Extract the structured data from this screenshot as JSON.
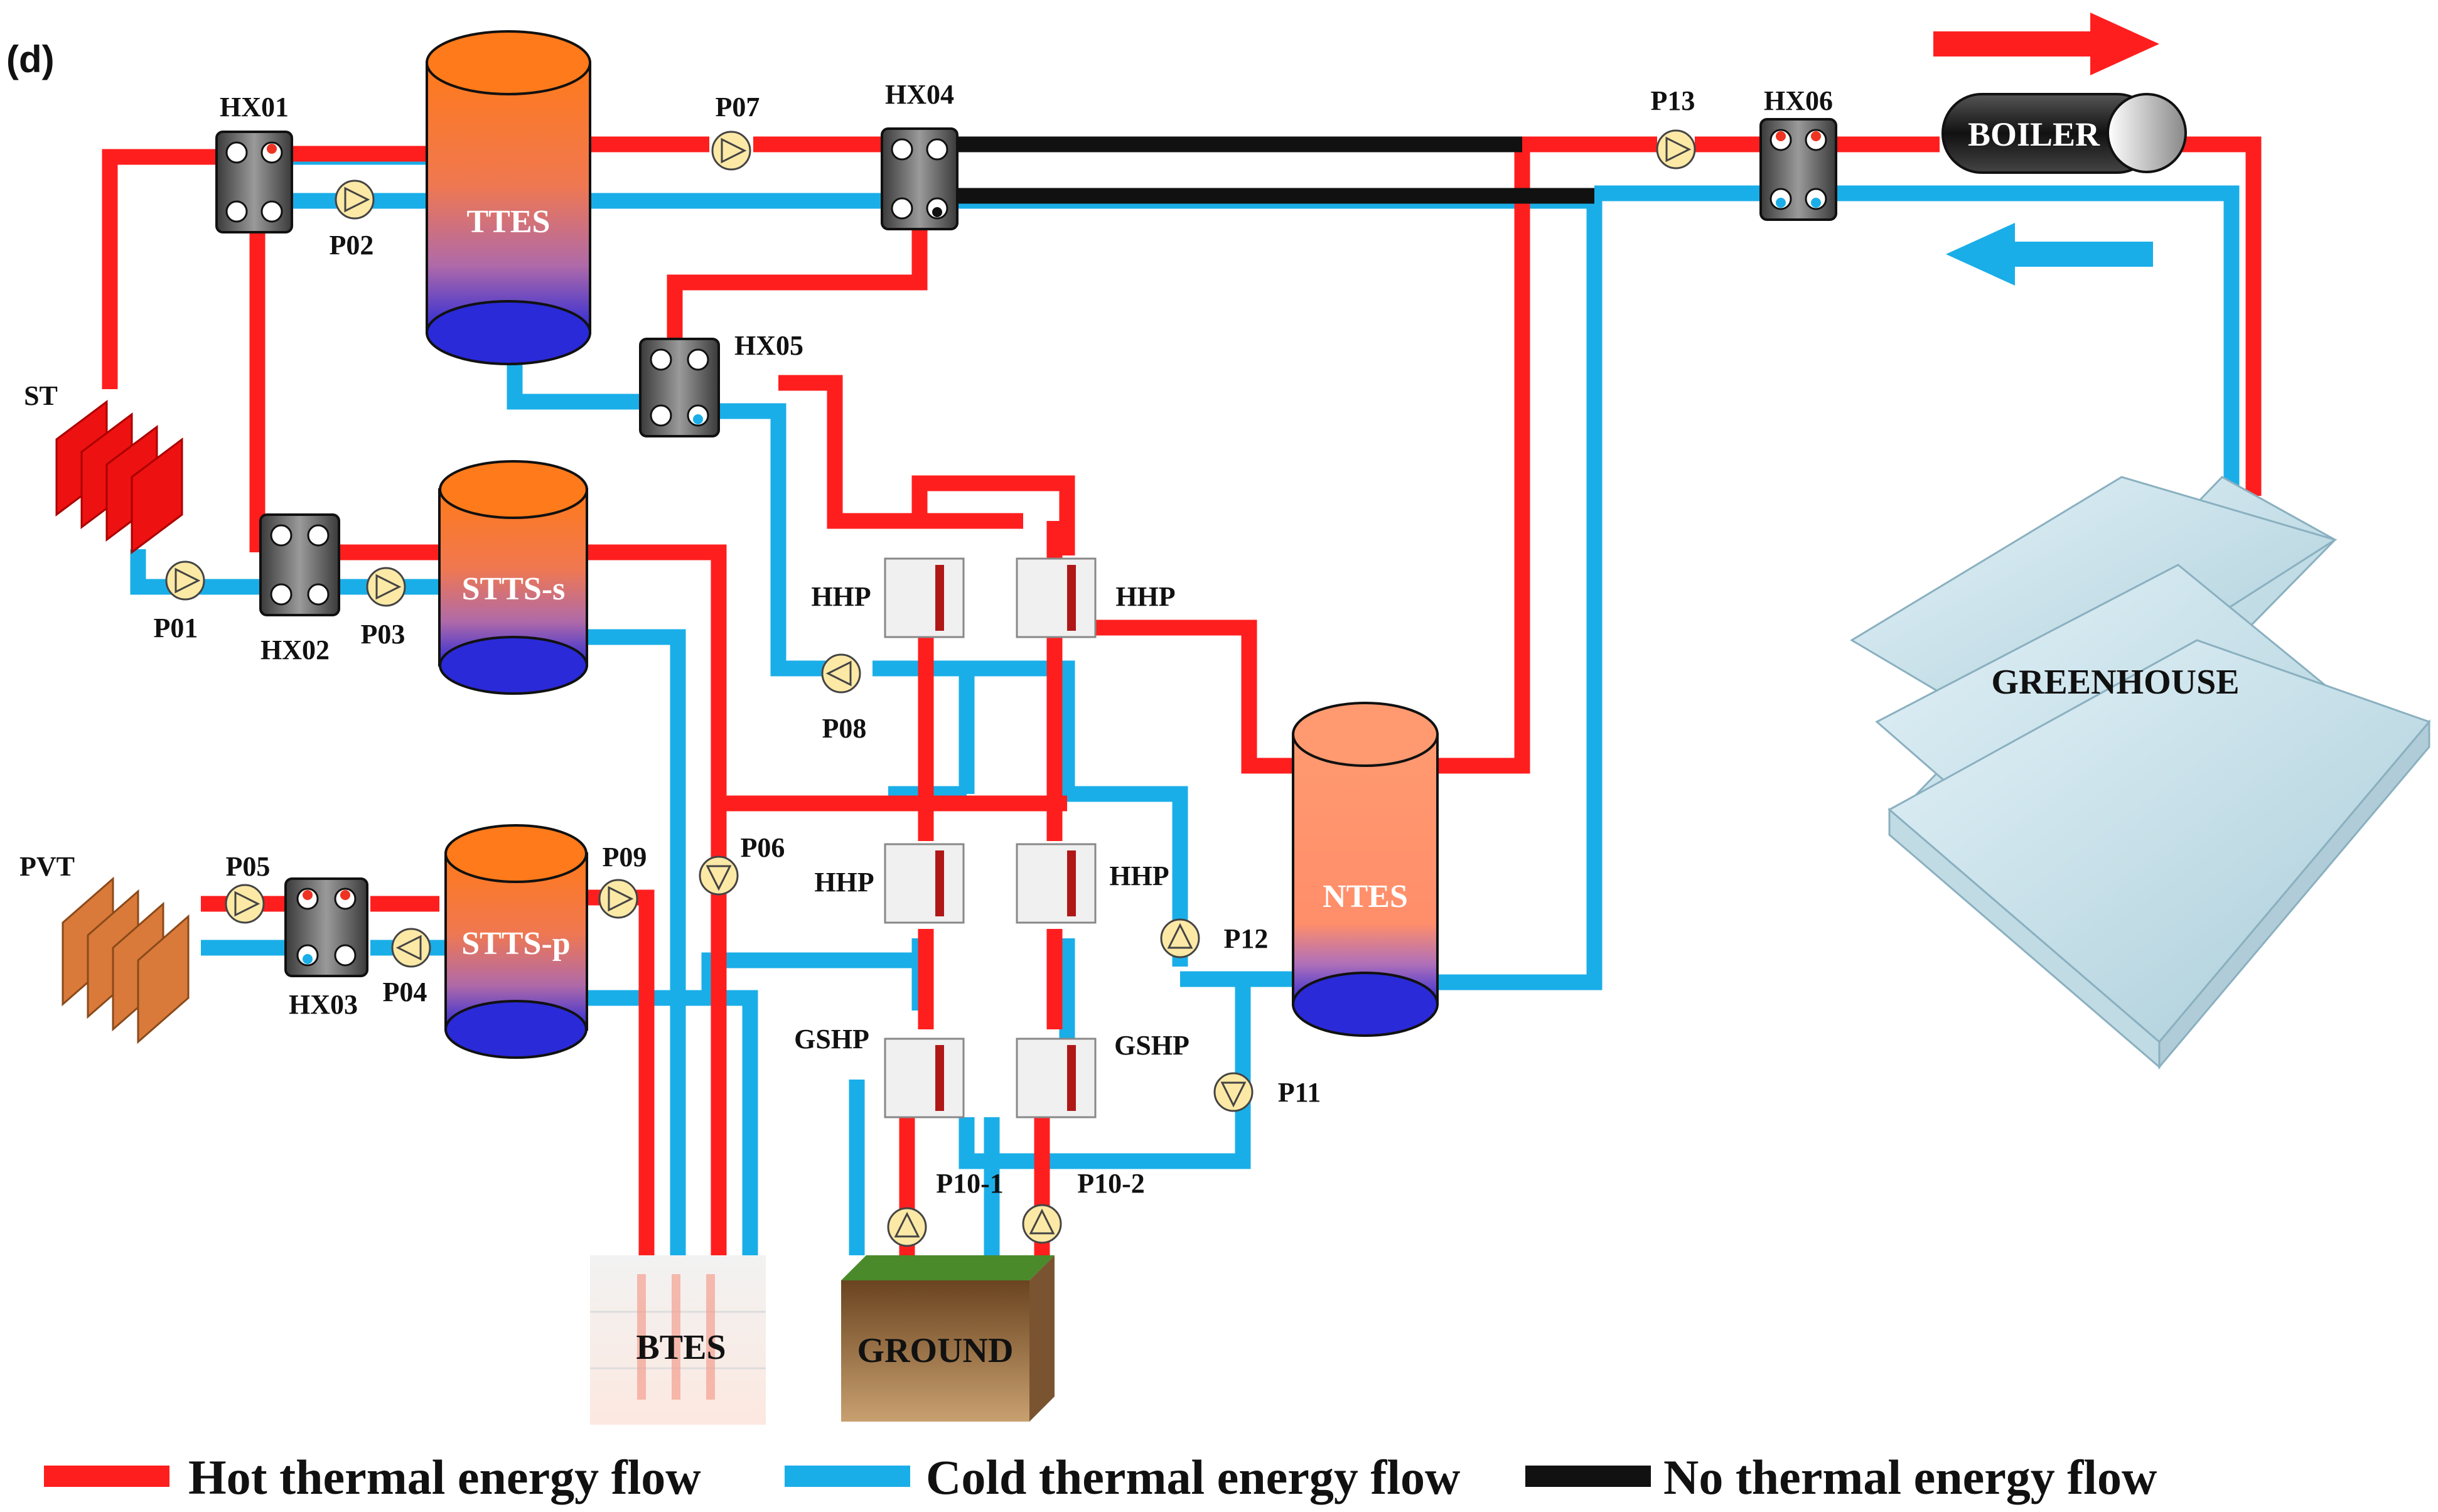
{
  "panel_label": "(d)",
  "colors": {
    "hot": "#ff1e1e",
    "cold": "#1aaee8",
    "none": "#111111",
    "tank_top": "#ff7a1a",
    "tank_bottom": "#2a2ad8",
    "ntes": "#ff9a70",
    "pump": "#fde9a6",
    "hx_body": "#4b4b4b"
  },
  "heat_exchangers": [
    "HX01",
    "HX02",
    "HX03",
    "HX04",
    "HX05",
    "HX06"
  ],
  "pumps": [
    "P01",
    "P02",
    "P03",
    "P04",
    "P05",
    "P06",
    "P07",
    "P08",
    "P09",
    "P10-1",
    "P10-2",
    "P11",
    "P12",
    "P13"
  ],
  "tanks": {
    "ttes": "TTES",
    "stts_s": "STTS-s",
    "stts_p": "STTS-p",
    "ntes": "NTES"
  },
  "heat_pumps": {
    "hhp": "HHP",
    "gshp": "GSHP"
  },
  "components": {
    "st": "ST",
    "pvt": "PVT",
    "boiler": "BOILER",
    "greenhouse": "GREENHOUSE",
    "btes": "BTES",
    "ground": "GROUND"
  },
  "legend": {
    "hot": "Hot thermal energy flow",
    "cold": "Cold thermal energy flow",
    "none": "No thermal energy flow"
  }
}
